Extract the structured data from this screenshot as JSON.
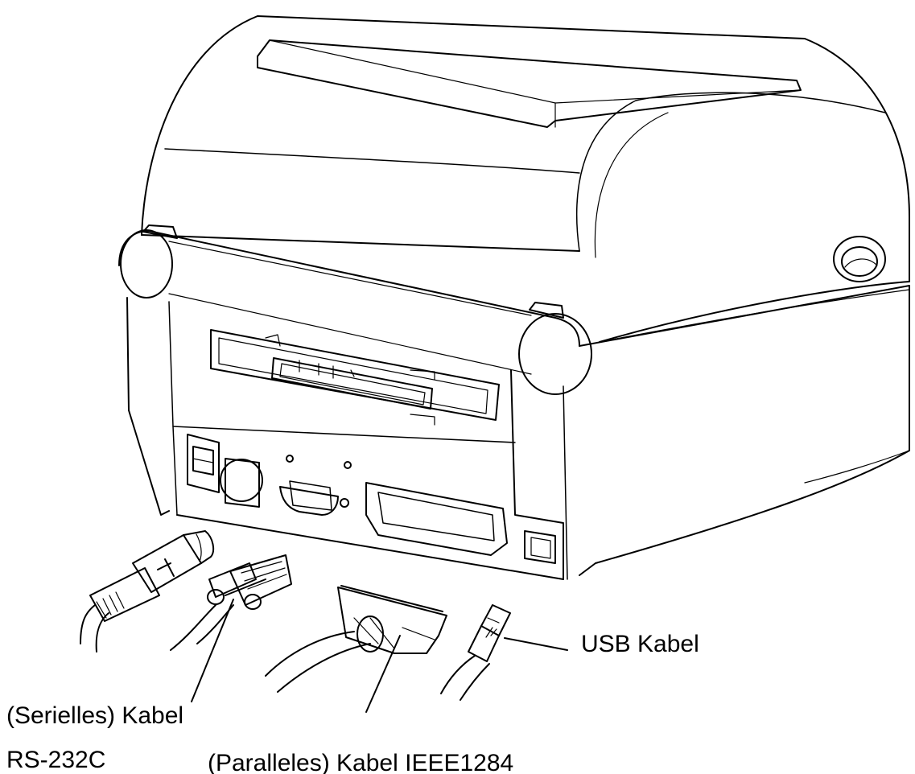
{
  "labels": {
    "usb": "USB Kabel",
    "serial_line1": "(Serielles) Kabel",
    "serial_line2": "RS-232C",
    "parallel": "(Paralleles) Kabel IEEE1284"
  }
}
